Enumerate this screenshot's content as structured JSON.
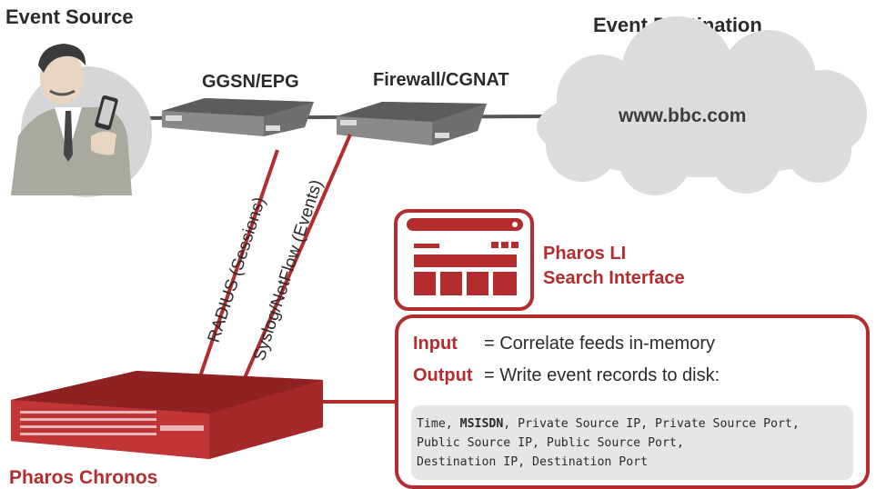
{
  "labels": {
    "event_source": "Event Source",
    "event_destination": "Event Destination",
    "ggsn": "GGSN/EPG",
    "firewall": "Firewall/CGNAT",
    "destination_host": "www.bbc.com",
    "radius": "RADIUS (Sessions)",
    "syslog": "Syslog/NetFlow (Events)",
    "chronos": "Pharos Chronos",
    "search_interface_line1": "Pharos LI",
    "search_interface_line2": "Search Interface"
  },
  "info_box": {
    "input_key": "Input",
    "input_value": "= Correlate feeds in-memory",
    "output_key": "Output",
    "output_value": "= Write event records to disk:",
    "record_line1_pre": "Time, ",
    "record_line1_bold": "MSISDN",
    "record_line1_post": ", Private Source IP, Private Source Port,",
    "record_line2": "Public Source IP, Public Source Port,",
    "record_line3": "Destination IP, Destination Port"
  },
  "colors": {
    "accent": "#b32d2e",
    "device_gray": "#6b6b6b",
    "cloud_gray": "#dcdcdc",
    "record_bg": "#e6e6e6"
  }
}
